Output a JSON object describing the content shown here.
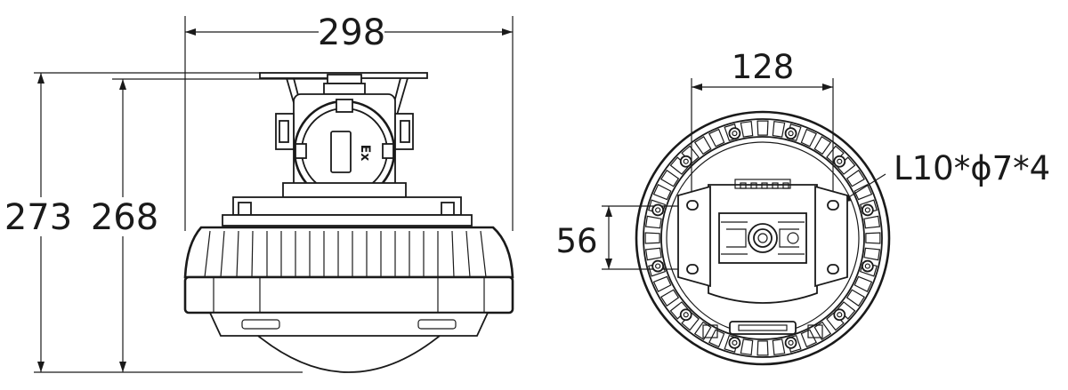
{
  "dimensions": {
    "overall_width": "298",
    "overall_height": "273",
    "body_height": "268",
    "bracket_spacing": "128",
    "hole_spacing": "56",
    "hole_spec": "L10*ϕ7*4"
  },
  "markings": {
    "ex_mark": "Ex"
  }
}
